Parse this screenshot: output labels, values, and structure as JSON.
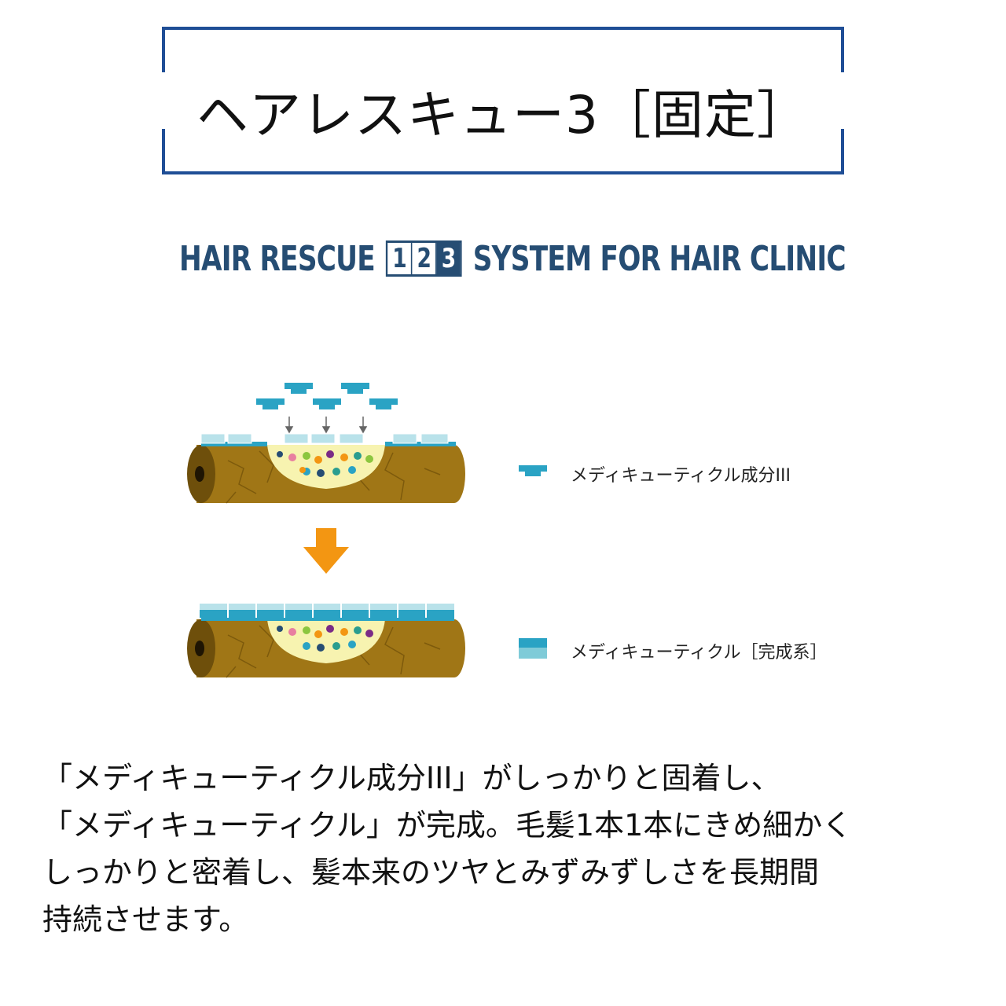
{
  "title": "ヘアレスキュー3［固定］",
  "brand": {
    "left": "HAIR RESCUE",
    "steps": [
      "1",
      "2",
      "3"
    ],
    "right": "SYSTEM FOR HAIR CLINIC"
  },
  "legend": [
    {
      "label": "メディキューティクル成分III"
    },
    {
      "label": "メディキューティクル［完成系］"
    }
  ],
  "description": [
    "「メディキューティクル成分III」がしっかりと固着し、",
    "「メディキューティクル」が完成。毛髪1本1本にきめ細かく",
    "しっかりと密着し、髪本来のツヤとみずみずしさを長期間",
    "持続させます。"
  ],
  "colors": {
    "frame": "#1f4e96",
    "brand": "#264d73",
    "hair": "#a07616",
    "hair_dark": "#6e4f0b",
    "cuticle": "#2aa3c4",
    "cuticle_light": "#b9e2ea",
    "arrow": "#f39612",
    "filling": "#f7f3b0"
  }
}
